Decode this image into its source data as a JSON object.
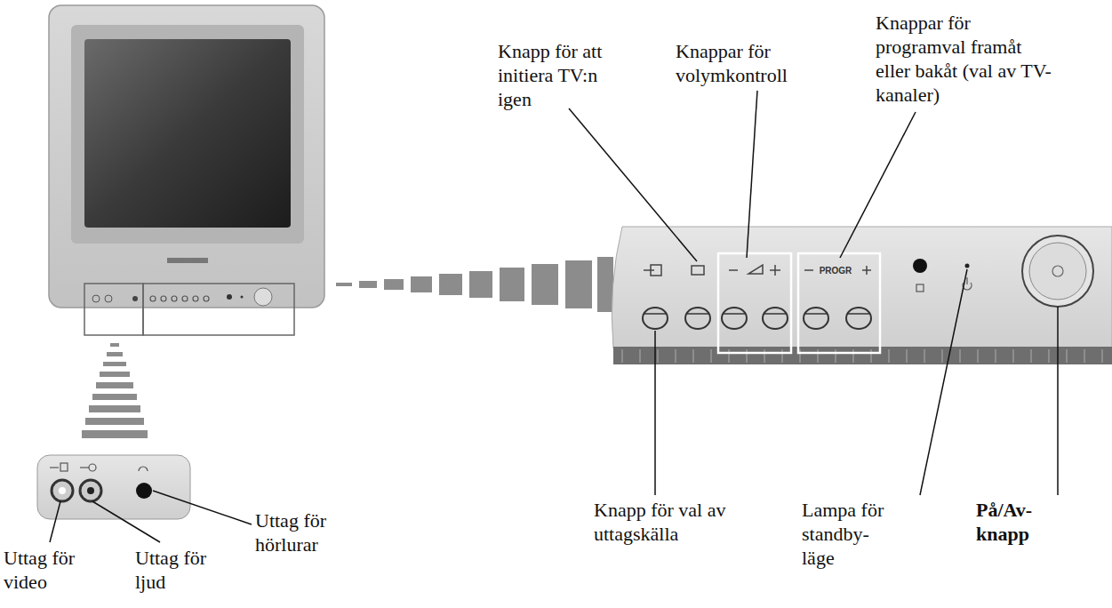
{
  "diagram": {
    "labels": [
      "Knapp för att initiera TV:n igen",
      "Knappar för volymkontroll",
      "Knappar för programval framåt eller bakåt (val av TV-kanaler)",
      "Knapp för val av uttagskälla",
      "Lampa för standby-läge",
      "På/Av-knapp",
      "Uttag för hörlurar",
      "Uttag för video",
      "Uttag för ljud",
      "PROGR"
    ]
  }
}
